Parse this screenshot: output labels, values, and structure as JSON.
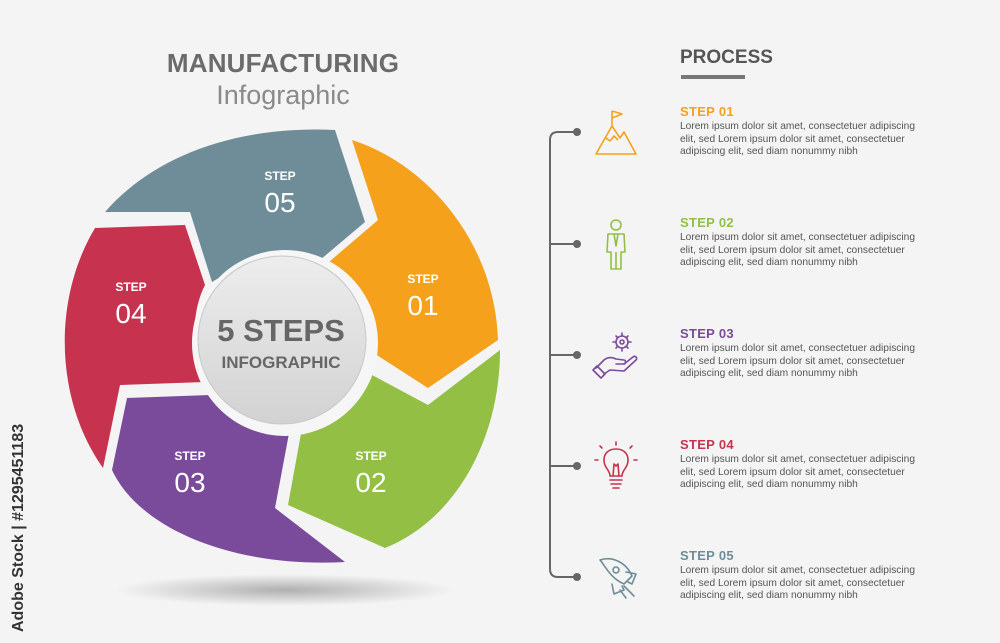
{
  "header": {
    "title": "MANUFACTURING",
    "subtitle": "Infographic"
  },
  "center": {
    "line1": "5 STEPS",
    "line2": "INFOGRAPHIC"
  },
  "wheel_segments": [
    {
      "label": "STEP",
      "number": "01",
      "color": "#f5a11c"
    },
    {
      "label": "STEP",
      "number": "02",
      "color": "#93bf45"
    },
    {
      "label": "STEP",
      "number": "03",
      "color": "#7a4b9b"
    },
    {
      "label": "STEP",
      "number": "04",
      "color": "#c7334f"
    },
    {
      "label": "STEP",
      "number": "05",
      "color": "#6f8d99"
    }
  ],
  "process": {
    "title": "PROCESS",
    "steps": [
      {
        "title": "STEP 01",
        "color": "#f5a11c",
        "icon": "mountain-flag-icon",
        "desc": "Lorem ipsum dolor sit amet, consectetuer adipiscing elit, sed Lorem ipsum dolor sit amet, consectetuer adipiscing elit, sed diam nonummy nibh"
      },
      {
        "title": "STEP 02",
        "color": "#93bf45",
        "icon": "businessman-icon",
        "desc": "Lorem ipsum dolor sit amet, consectetuer adipiscing elit, sed Lorem ipsum dolor sit amet, consectetuer adipiscing elit, sed diam nonummy nibh"
      },
      {
        "title": "STEP 03",
        "color": "#7a4b9b",
        "icon": "hand-gear-icon",
        "desc": "Lorem ipsum dolor sit amet, consectetuer adipiscing elit, sed Lorem ipsum dolor sit amet, consectetuer adipiscing elit, sed diam nonummy nibh"
      },
      {
        "title": "STEP 04",
        "color": "#c7334f",
        "icon": "lightbulb-icon",
        "desc": "Lorem ipsum dolor sit amet, consectetuer adipiscing elit, sed Lorem ipsum dolor sit amet, consectetuer adipiscing elit, sed diam nonummy nibh"
      },
      {
        "title": "STEP 05",
        "color": "#6f8d99",
        "icon": "rocket-icon",
        "desc": "Lorem ipsum dolor sit amet, consectetuer adipiscing elit, sed Lorem ipsum dolor sit amet, consectetuer adipiscing elit, sed diam nonummy nibh"
      }
    ]
  },
  "watermark": "Adobe Stock | #1295451183"
}
